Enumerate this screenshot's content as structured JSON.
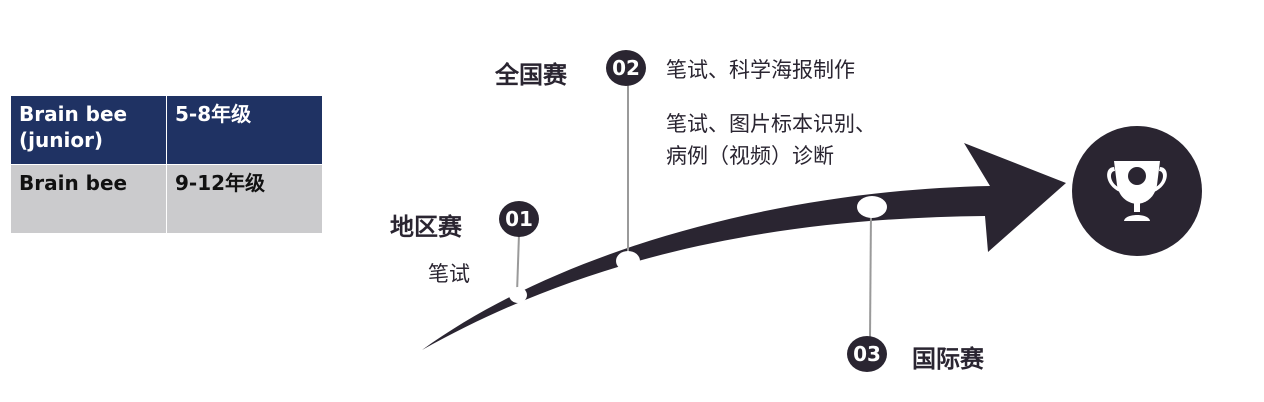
{
  "table": {
    "rows": [
      {
        "name": "Brain bee\n(junior)",
        "grade": "5-8年级"
      },
      {
        "name": "Brain bee",
        "grade": "9-12年级"
      }
    ]
  },
  "stages": [
    {
      "number": "01",
      "name": "地区赛",
      "tasks": "笔试"
    },
    {
      "number": "02",
      "name": "全国赛",
      "tasks": "笔试、科学海报制作"
    },
    {
      "number": "03",
      "name": "国际赛",
      "tasks": "笔试、图片标本识别、\n病例（视频）诊断"
    }
  ],
  "icons": {
    "goal": "trophy-icon"
  },
  "colors": {
    "arrow": "#2a2531",
    "table_header": "#1f3263",
    "table_row": "#cbcbcd"
  }
}
